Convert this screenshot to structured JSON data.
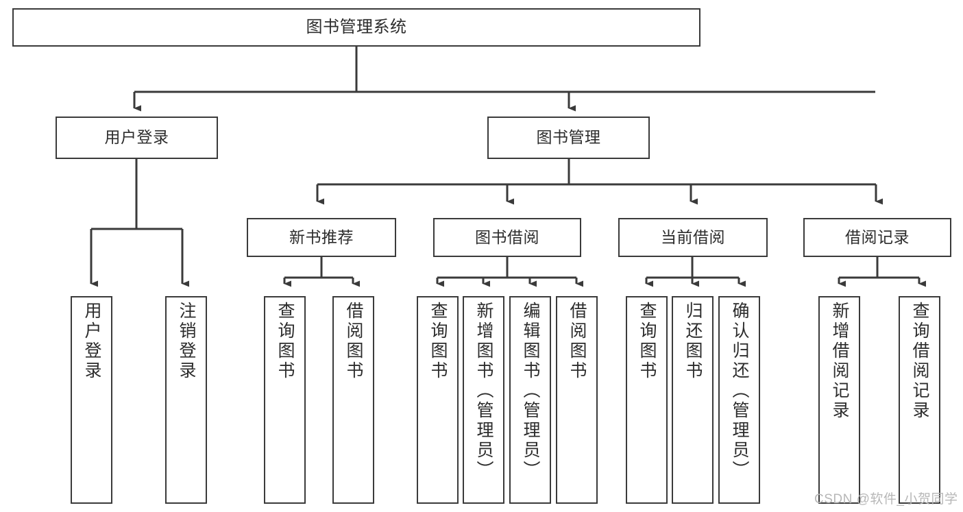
{
  "diagram": {
    "title": "图书管理系统",
    "type": "tree-hierarchy-functional-decomposition",
    "watermark": "CSDN @软件_小贺同学",
    "colors": {
      "stroke": "#3a3a3a",
      "fill": "#ffffff",
      "text": "#2c2c2c",
      "watermark": "#b7b7b7"
    },
    "nodes": {
      "root": {
        "label": "图书管理系统"
      },
      "level2": [
        {
          "id": "user-login",
          "label": "用户登录"
        },
        {
          "id": "book-management",
          "label": "图书管理"
        }
      ],
      "level3": [
        {
          "id": "new-book-recommend",
          "label": "新书推荐"
        },
        {
          "id": "book-borrow",
          "label": "图书借阅"
        },
        {
          "id": "current-borrow",
          "label": "当前借阅"
        },
        {
          "id": "borrow-record",
          "label": "借阅记录"
        }
      ],
      "leaves": {
        "user-login": [
          {
            "id": "leaf-user-login",
            "label": "用户登录"
          },
          {
            "id": "leaf-user-logout",
            "label": "注销登录"
          }
        ],
        "new-book-recommend": [
          {
            "id": "leaf-query-book-1",
            "label": "查询图书"
          },
          {
            "id": "leaf-borrow-book-1",
            "label": "借阅图书"
          }
        ],
        "book-borrow": [
          {
            "id": "leaf-query-book-2",
            "label": "查询图书"
          },
          {
            "id": "leaf-add-book-admin",
            "label": "新增图书（管理员）"
          },
          {
            "id": "leaf-edit-book-admin",
            "label": "编辑图书（管理员）"
          },
          {
            "id": "leaf-borrow-book-2",
            "label": "借阅图书"
          }
        ],
        "current-borrow": [
          {
            "id": "leaf-query-book-3",
            "label": "查询图书"
          },
          {
            "id": "leaf-return-book",
            "label": "归还图书"
          },
          {
            "id": "leaf-confirm-return-admin",
            "label": "确认归还（管理员）"
          }
        ],
        "borrow-record": [
          {
            "id": "leaf-add-borrow-record",
            "label": "新增借阅记录"
          },
          {
            "id": "leaf-query-borrow-record",
            "label": "查询借阅记录"
          }
        ]
      }
    }
  }
}
